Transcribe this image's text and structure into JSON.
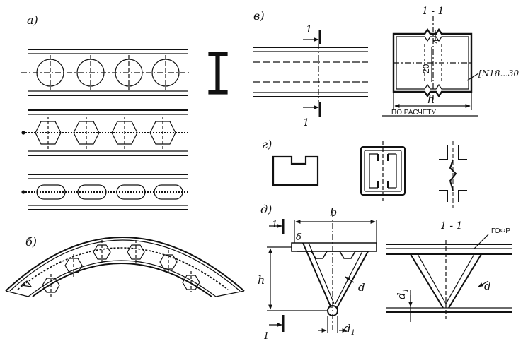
{
  "labels": {
    "a": "а)",
    "b": "б)",
    "v": "в)",
    "g": "г)",
    "d": "д)"
  },
  "section_marks": {
    "one": "1",
    "one_dash_one_top": "1 - 1",
    "one_dash_one_g": "1 - 1"
  },
  "dimensions": {
    "dim_4": "4",
    "dim_20": "20",
    "dim_h_v": "h",
    "channel_range": "[N18...30",
    "po_raschetu": "ПО РАСЧЕТУ",
    "dim_b": "b",
    "dim_delta": "δ",
    "dim_h_d": "h",
    "dim_d": "d",
    "dim_d1": "d",
    "dim_d1_sub": "1",
    "gofr": "ГОФР",
    "dim_d_right": "d",
    "dim_d1_right": "d",
    "dim_d1_right_sub": "1"
  },
  "colors": {
    "ink": "#111111",
    "paper": "#ffffff"
  }
}
